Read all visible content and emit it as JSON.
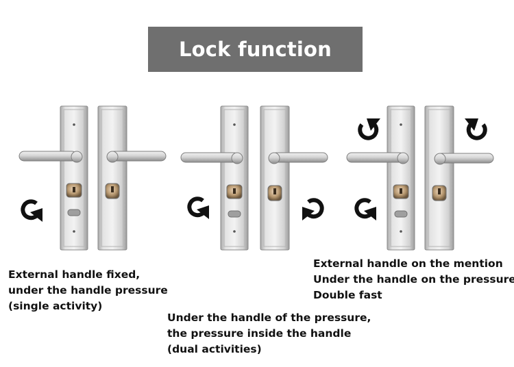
{
  "title": "Lock function",
  "colors": {
    "title_bg": "#6f6f6f",
    "title_text": "#ffffff",
    "plate": "#c9c9c9",
    "arrow": "#111111"
  },
  "icons": [
    "rotate-clockwise-arrow-icon",
    "rotate-counterclockwise-arrow-icon"
  ],
  "groups": [
    {
      "id": "single",
      "caption": [
        "External handle fixed,",
        "under the handle pressure",
        "(single activity)"
      ]
    },
    {
      "id": "dual",
      "caption": [
        "Under the handle of the pressure,",
        "the pressure inside the handle",
        "(dual activities)"
      ]
    },
    {
      "id": "double",
      "caption": [
        "External handle on the mention",
        "Under the handle on the pressure",
        "Double fast"
      ]
    }
  ]
}
